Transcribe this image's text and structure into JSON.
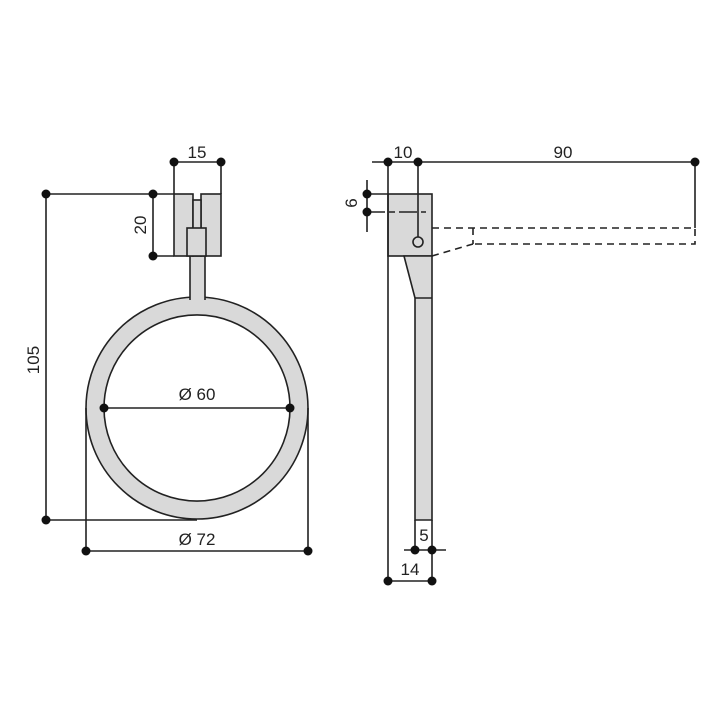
{
  "front_view": {
    "dim_width_bracket": "15",
    "dim_height_bracket": "20",
    "dim_total_height": "105",
    "dim_inner_diameter": "Ø 60",
    "dim_outer_diameter": "Ø 72"
  },
  "side_view": {
    "dim_hole_offset": "10",
    "dim_projection": "90",
    "dim_hole_height": "6",
    "dim_ring_thickness": "5",
    "dim_bracket_depth": "14"
  },
  "colors": {
    "part_fill": "#d9d9d9",
    "line": "#222222"
  }
}
